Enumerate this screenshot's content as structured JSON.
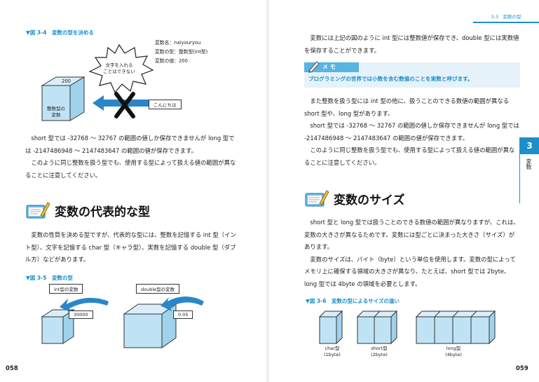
{
  "left": {
    "fig34": {
      "caption_num": "▼図 3-4",
      "caption": "変数の型を決める",
      "info": [
        "変数名：naiyouryou",
        "変数の型：整数型(int型)",
        "変数の値：200"
      ],
      "burst": "文字を入れる\nことはできない",
      "cube_value": "200",
      "cube_label": "整数型の\n変数",
      "string_box": "こんにちは"
    },
    "para1": [
      "short 型では -32768 ～ 32767 の範囲の値しか保存できませんが long 型では -2147486948 ～ 2147483647 の範囲の値が保存できます。",
      "このように同じ整数を扱う型でも、使用する型によって扱える値の範囲が異なることに注意してください。"
    ],
    "heading1": "変数の代表的な型",
    "para2": [
      "変数の性質を決める型ですが、代表的な型には、整数を記憶する int 型（イント型）、文字を記憶する char 型（キャラ型）、実数を記憶する double 型（ダブル方）などがあります。"
    ],
    "fig35": {
      "caption_num": "▼図 3-5",
      "caption": "変数の型",
      "int_label": "int型の変数",
      "int_value": "30000",
      "double_label": "double型の変数",
      "double_value": "0.05"
    },
    "page_number": "058"
  },
  "right": {
    "running_head": "3-3　変数の型",
    "para1": [
      "変数には上記の図のように int 型には整数値が保存でき、double 型には実数値を保存することができます。"
    ],
    "memo": {
      "label": "メ モ",
      "text": "プログラミングの世界では小数を含む数値のことを実数と呼びます。"
    },
    "para2": [
      "また整数を扱う型には int 型の他に、扱うことのできる数値の範囲が異なる short 型や、long 型があります。",
      "short 型では -32768 ～ 32767 の範囲の値しか保存できませんが long 型では -2147486948 ～ 2147483647 の範囲の値が保存できます。",
      "このように同じ整数を扱う型でも、使用する型によって扱える値の範囲が異なることに注意してください。"
    ],
    "chapter": {
      "num": "3",
      "label": "変数"
    },
    "heading2": "変数のサイズ",
    "para3": [
      "short 型と long 型では扱うことのできる数値の範囲が異なりますが、これは、変数の大きさが異なるためです。変数には型ごとに決まった大きさ（サイズ）があります。",
      "変数のサイズは、バイト（byte）という単位を使用します。変数の型によってメモリ上に確保する領域の大きさが異なり、たとえば、short 型では 2byte、long 型では 4byte の領域を必要とします。"
    ],
    "fig36": {
      "caption_num": "▼図 3-6",
      "caption": "変数の型によるサイズの違い",
      "char_label": "char型\n(1byte)",
      "short_label": "short型\n(2byte)",
      "long_label": "long型\n(4byte)"
    },
    "page_number": "059"
  },
  "colors": {
    "accent": "#1c8fc9",
    "cube_face": "#bfe3f4",
    "arrow": "#2a86c9"
  }
}
